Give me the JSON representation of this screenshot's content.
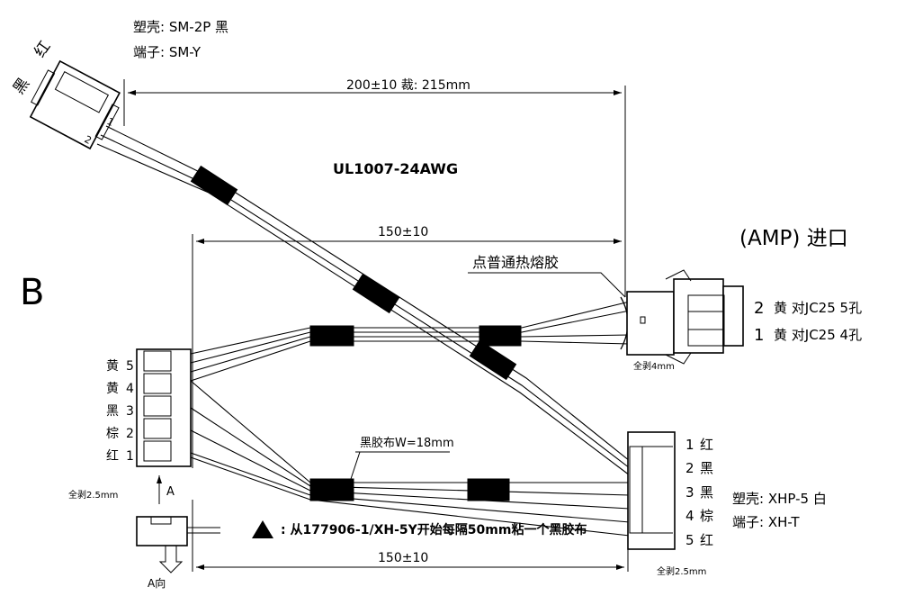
{
  "section_label": "B",
  "connector_a": {
    "housing_line": "塑壳: SM-2P 黑",
    "terminal_line": "端子: SM-Y",
    "wire_labels": [
      "黑",
      "红"
    ],
    "pin_labels": [
      "1",
      "2"
    ]
  },
  "dimensions": {
    "top": "200±10 裁: 215mm",
    "middle": "150±10",
    "bottom": "150±10"
  },
  "wire_spec": "UL1007-24AWG",
  "glue_note": "点普通热熔胶",
  "amp_connector": {
    "title": "(AMP) 进口",
    "pins": [
      {
        "num": "2",
        "text": "黄 对JC25 5孔"
      },
      {
        "num": "1",
        "text": "黄 对JC25 4孔"
      }
    ],
    "strip_note": "全剥4mm"
  },
  "left_connector": {
    "pins": [
      {
        "color": "黄",
        "num": "5"
      },
      {
        "color": "黄",
        "num": "4"
      },
      {
        "color": "黑",
        "num": "3"
      },
      {
        "color": "棕",
        "num": "2"
      },
      {
        "color": "红",
        "num": "1"
      }
    ],
    "strip_note": "全剥2.5mm",
    "view_label": "A",
    "view_caption": "A向"
  },
  "tape_note": "黑胶布W=18mm",
  "triangle_note": ": 从177906-1/XH-5Y开始每隔50mm粘一个黑胶布",
  "xhp_connector": {
    "pins": [
      {
        "num": "1",
        "color": "红"
      },
      {
        "num": "2",
        "color": "黑"
      },
      {
        "num": "3",
        "color": "黑"
      },
      {
        "num": "4",
        "color": "棕"
      },
      {
        "num": "5",
        "color": "红"
      }
    ],
    "housing_line": "塑壳: XHP-5 白",
    "terminal_line": "端子: XH-T",
    "strip_note": "全剥2.5mm"
  }
}
